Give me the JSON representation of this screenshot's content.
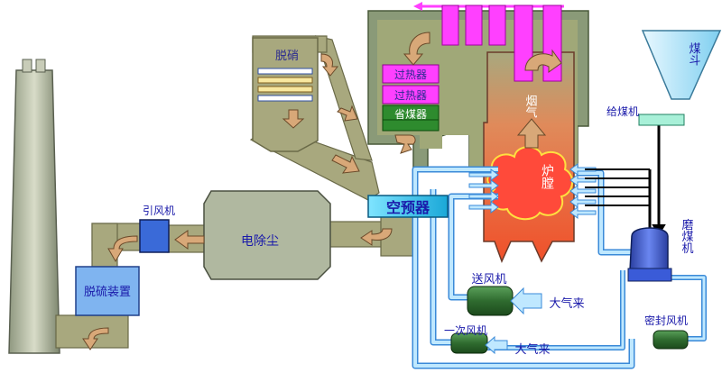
{
  "labels": {
    "coal_hopper": "煤斗",
    "coal_feeder": "给煤机",
    "coal_mill": "磨煤机",
    "denitrification": "脱硝",
    "superheater_1": "过热器",
    "superheater_2": "过热器",
    "economizer": "省煤器",
    "flue_gas": "烟气",
    "furnace": "炉膛",
    "air_preheater": "空预器",
    "electrostatic_precipitator": "电除尘",
    "induced_draft_fan": "引风机",
    "desulfurization": "脱硫装置",
    "forced_draft_fan": "送风机",
    "primary_air_fan": "一次风机",
    "seal_air_fan": "密封风机",
    "atmosphere_1": "大气来",
    "atmosphere_2": "大气来"
  },
  "colors": {
    "flue_duct": "#a8a87e",
    "boiler_shell": "#8a9a78",
    "furnace": "#e8623c",
    "superheater": "#ff40ff",
    "economizer": "#2e8b2e",
    "air_duct": "#bfe8ff",
    "fan": "#2f6b2f",
    "air_preheater": "#22c4ee",
    "precipitator": "#b0b8a0",
    "desulfurization": "#7fb4f0",
    "mill": "#3a5bd8",
    "hopper": "#a8e4f8",
    "text_blue": "#1a1aaa",
    "arrow": "#d8a878"
  }
}
